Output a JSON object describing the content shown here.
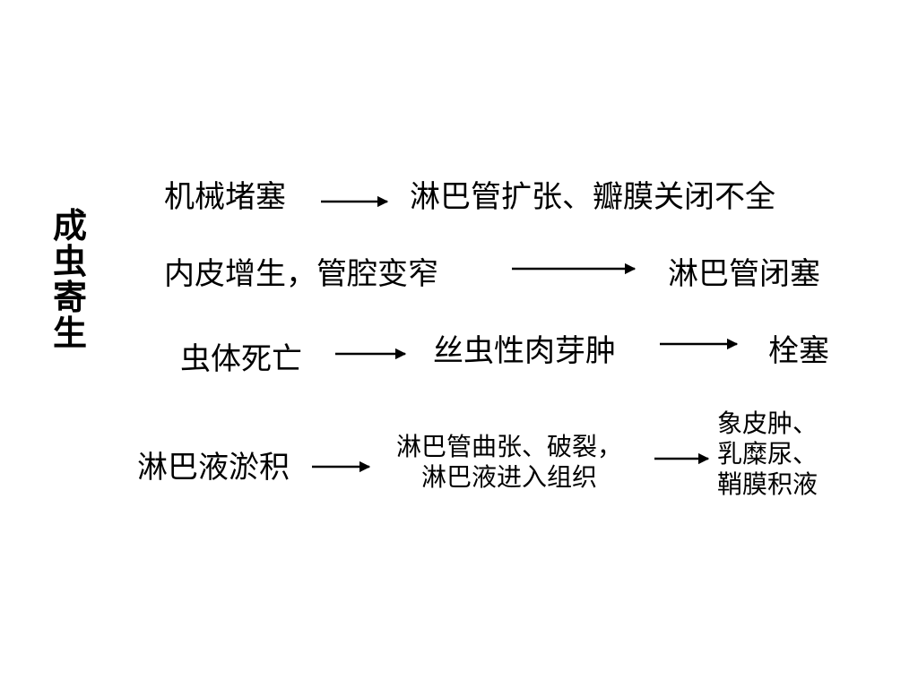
{
  "title_chars": [
    "成",
    "虫",
    "寄",
    "生"
  ],
  "rows": [
    {
      "cause": "机械堵塞",
      "results": [
        "淋巴管扩张、瓣膜关闭不全"
      ]
    },
    {
      "cause": "内皮增生，管腔变窄",
      "results": [
        "淋巴管闭塞"
      ]
    },
    {
      "cause": "虫体死亡",
      "results": [
        "丝虫性肉芽肿",
        "栓塞"
      ]
    },
    {
      "cause": "淋巴液淤积",
      "results": [
        [
          "淋巴管曲张、破裂，",
          "淋巴液进入组织"
        ],
        [
          "象皮肿、",
          "乳糜尿、",
          "鞘膜积液"
        ]
      ]
    }
  ],
  "colors": {
    "text": "#000000",
    "background": "#ffffff"
  }
}
